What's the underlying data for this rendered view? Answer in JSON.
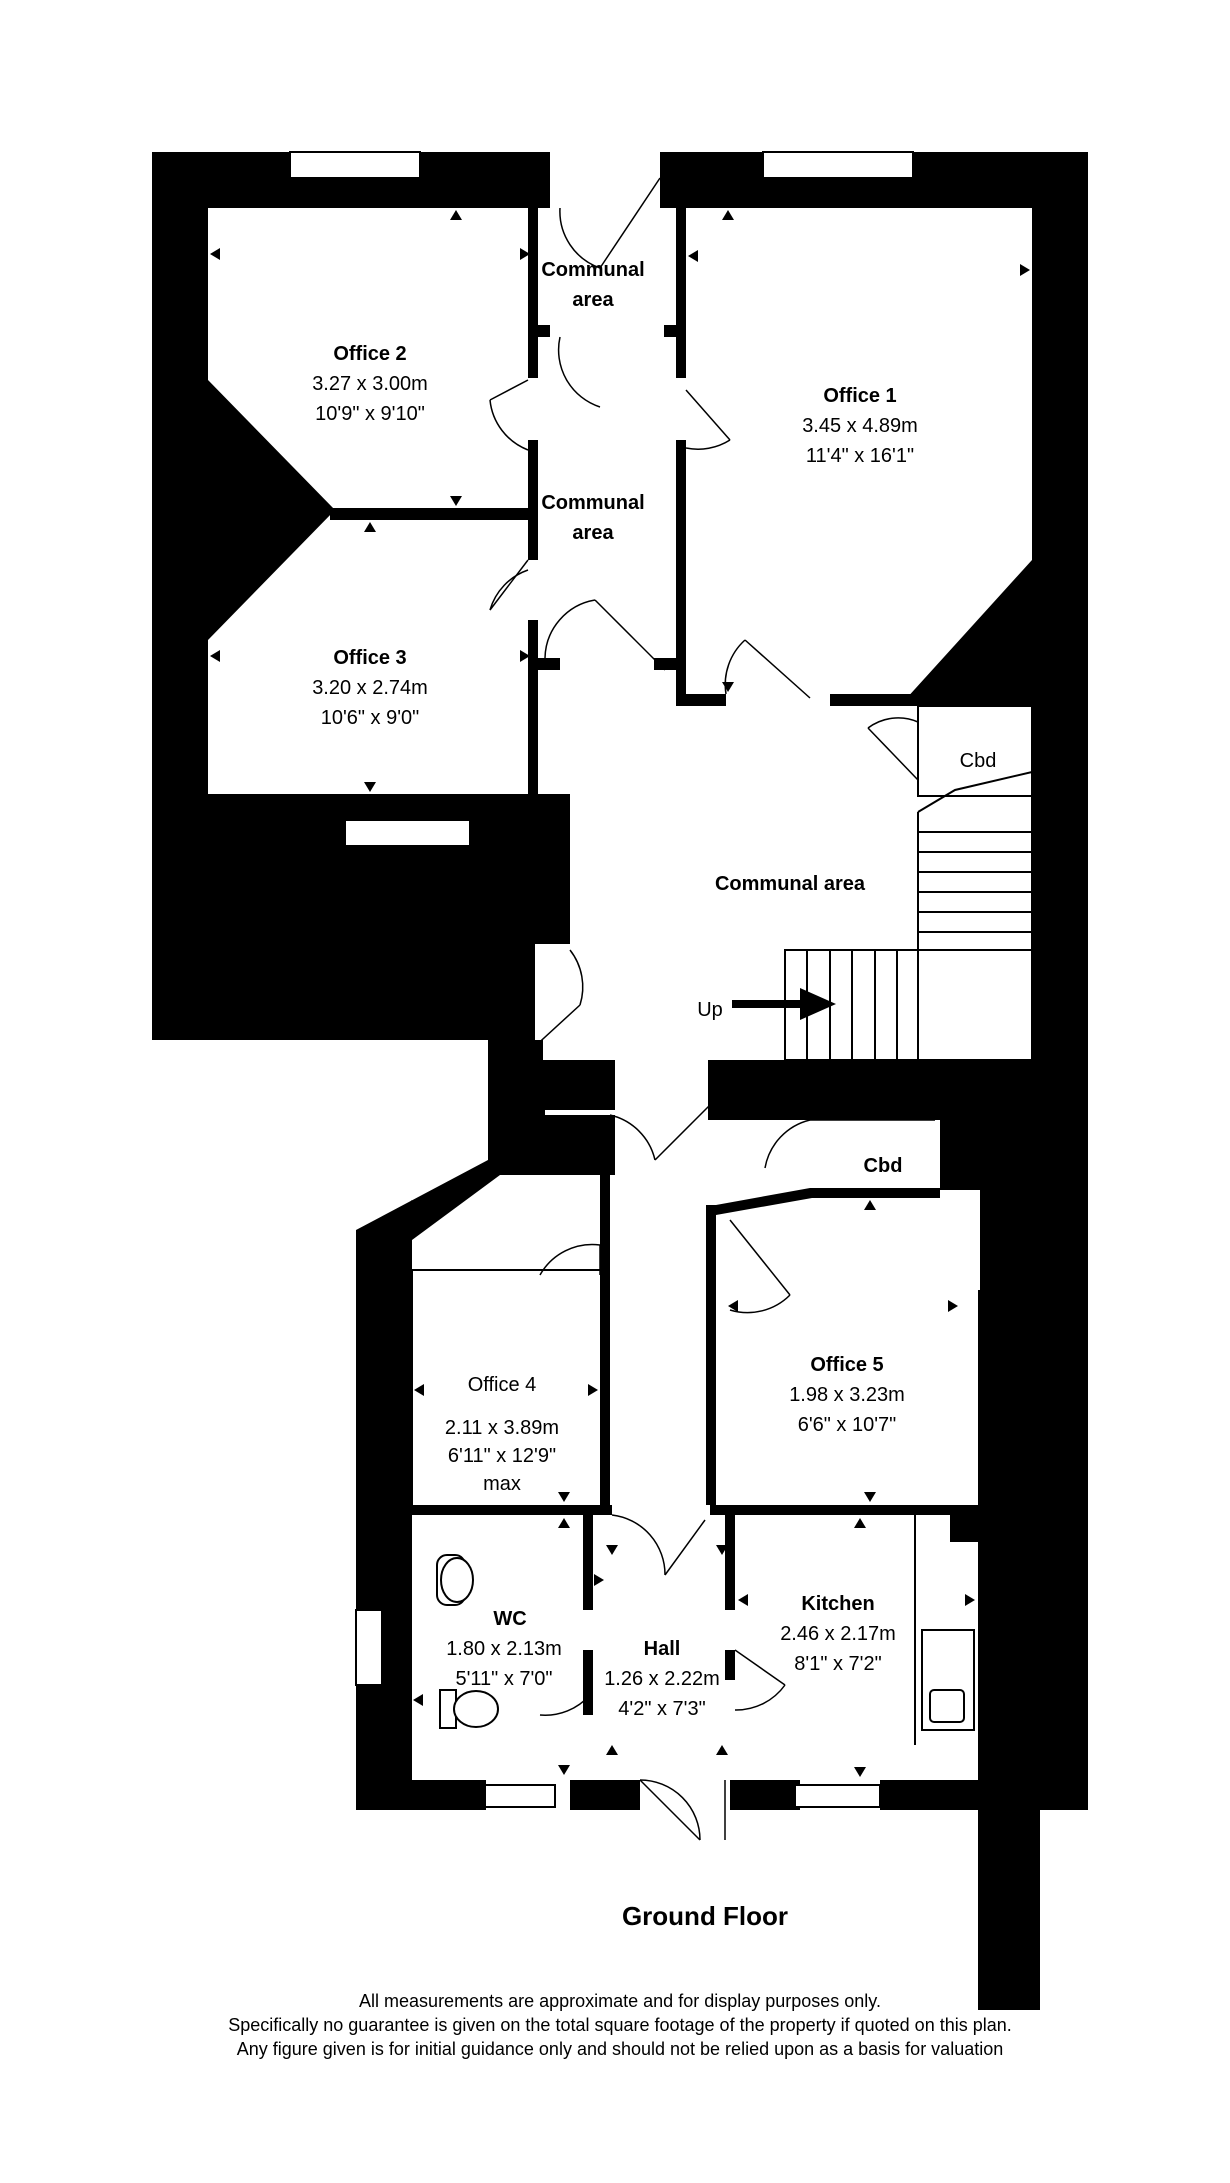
{
  "floor_title": "Ground Floor",
  "rooms": {
    "office1": {
      "name": "Office 1",
      "metric": "3.45 x 4.89m",
      "imperial": "11'4\" x 16'1\""
    },
    "office2": {
      "name": "Office 2",
      "metric": "3.27 x 3.00m",
      "imperial": "10'9\" x 9'10\""
    },
    "office3": {
      "name": "Office 3",
      "metric": "3.20 x 2.74m",
      "imperial": "10'6\" x 9'0\""
    },
    "office4": {
      "name": "Office 4",
      "metric": "2.11 x 3.89m",
      "imperial": "6'11\" x 12'9\"",
      "note": "max"
    },
    "office5": {
      "name": "Office 5",
      "metric": "1.98 x 3.23m",
      "imperial": "6'6\" x 10'7\""
    },
    "wc": {
      "name": "WC",
      "metric": "1.80 x 2.13m",
      "imperial": "5'11\" x 7'0\""
    },
    "hall": {
      "name": "Hall",
      "metric": "1.26 x 2.22m",
      "imperial": "4'2\" x 7'3\""
    },
    "kitchen": {
      "name": "Kitchen",
      "metric": "2.46 x 2.17m",
      "imperial": "8'1\" x 7'2\""
    }
  },
  "communal": {
    "top_line1": "Communal",
    "top_line2": "area",
    "mid_line1": "Communal",
    "mid_line2": "area",
    "main": "Communal area"
  },
  "cbd_upper": "Cbd",
  "cbd_lower": "Cbd",
  "stairs_label": "Up",
  "disclaimer": [
    "All measurements are approximate and for display purposes only.",
    "Specifically no guarantee is given on the total square footage of the property if quoted on this plan.",
    "Any figure given is for initial guidance only and should not be relied upon as a basis for valuation"
  ]
}
